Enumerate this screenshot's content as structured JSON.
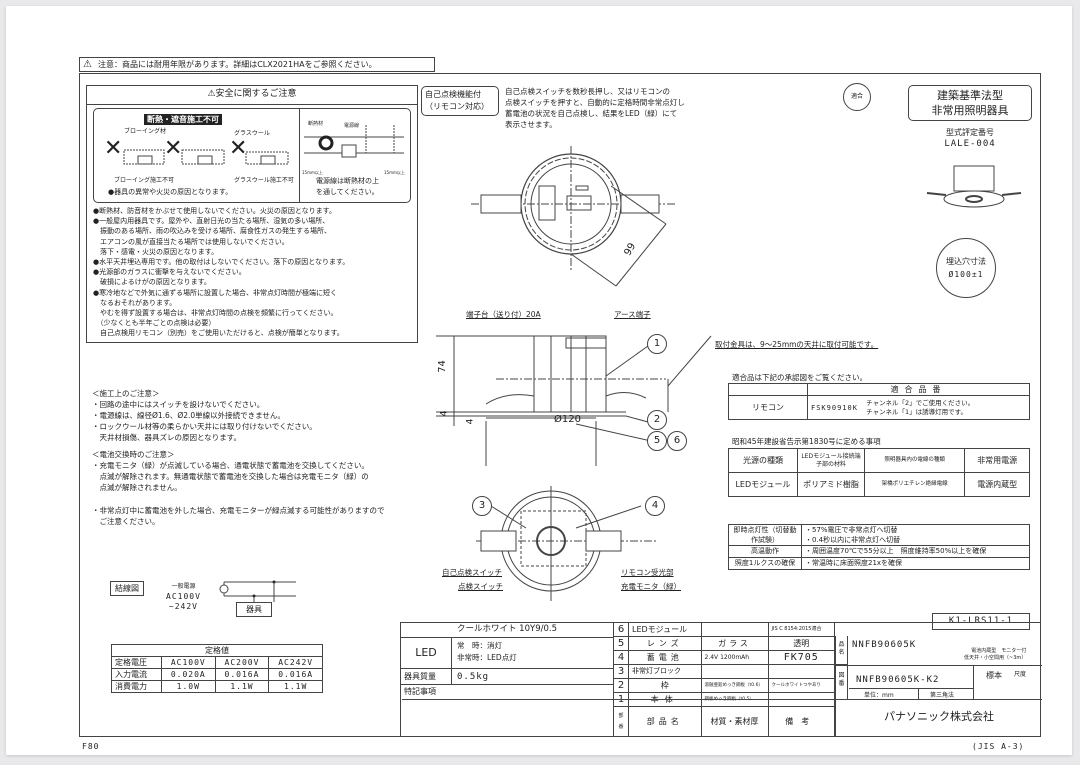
{
  "top_notice": "注意：商品には耐用年限があります。詳細はCLX2021HAをご参照ください。",
  "safety": {
    "title": "安全に関するご注意",
    "warning_title": "断熱・遮音施工不可",
    "blowing_label": "ブローイング材",
    "glasswool_label": "グラスウール",
    "blowing_caption": "ブローイング施工不可",
    "glasswool_caption": "グラスウール施工不可",
    "cause_note": "●器具の異常や火災の原因となります。",
    "insulation_label": "断熱材",
    "cable_label": "電源線",
    "dim_label": "15mm以上",
    "cable_note": [
      "電源線は断熱材の上",
      "を通してください。"
    ],
    "bullets": [
      "●断熱材、防音材をかぶせて使用しないでください。火災の原因となります。",
      "●一般屋内用器具です。屋外や、直射日光の当たる場所、湿気の多い場所、",
      "　振動のある場所、雨の吹込みを受ける場所、腐食性ガスの発生する場所、",
      "　エアコンの風が直接当たる場所では使用しないでください。",
      "　落下・感電・火災の原因となります。",
      "●水平天井埋込専用です。他の取付はしないでください。落下の原因となります。",
      "●光源部のガラスに衝撃を与えないでください。",
      "　破損によるけがの原因となります。",
      "●寒冷地などで外気に通ずる場所に設置した場合、非常点灯時間が極端に短く",
      "　なるおそれがあります。",
      "　やむを得ず設置する場合は、非常点灯時間の点検を頻繁に行ってください。",
      "　（少なくとも半年ごとの点検は必要）",
      "　自己点検用リモコン（別売）をご使用いただけると、点検が簡単となります。"
    ]
  },
  "construction_notes": {
    "title": "＜施工上のご注意＞",
    "items": [
      "・回路の途中にはスイッチを設けないでください。",
      "・電源線は、線径Ø1.6、Ø2.0単線以外接続できません。",
      "・ロックウール材等の柔らかい天井には取り付けないでください。",
      "　天井材損傷、器具ズレの原因となります。"
    ]
  },
  "battery_notes": {
    "title": "＜電池交換時のご注意＞",
    "items": [
      "・充電モニタ（緑）が点滅している場合、通電状態で蓄電池を交換してください。",
      "　点滅が解除されます。無通電状態で蓄電池を交換した場合は充電モニタ（緑）の",
      "　点滅が解除されません。"
    ],
    "extra": [
      "・非常点灯中に蓄電池を外した場合、充電モニターが緑点滅する可能性がありますので",
      "　ご注意ください。"
    ]
  },
  "self_check": {
    "badge": [
      "自己点検機能付",
      "（リモコン対応）"
    ],
    "desc": [
      "自己点検スイッチを数秒長押し、又はリモコンの",
      "点検スイッチを押すと、自動的に定格時間非常点灯し",
      "蓄電池の状況を自己点検し、結果をLED（緑）にて",
      "表示させます。"
    ]
  },
  "drawing": {
    "dim_99": "99",
    "terminal_label": "端子台（送り付）20A",
    "earth_label": "アース端子",
    "dim_74": "74",
    "dim_4a": "4",
    "dim_4b": "4",
    "dim_120": "Ø120",
    "mount_note": "取付金具は、9～25mmの天井に取付可能です。",
    "callouts": [
      "1",
      "2",
      "3",
      "4",
      "5",
      "6"
    ],
    "self_check_switch": "自己点検スイッチ",
    "check_switch": "点検スイッチ",
    "remote_receiver": "リモコン受光部",
    "charge_monitor": "充電モニタ（緑）"
  },
  "certification": {
    "mark_text": "適合",
    "title": [
      "建築基準法型",
      "非常用照明器具"
    ],
    "type_label": "型式評定番号",
    "type_no": "LALE-004",
    "cutout_label": "埋込穴寸法",
    "cutout_value": "Ø100±1"
  },
  "compatible": {
    "note": "適合品は下記の承認図をご覧ください。",
    "header": "適合品番",
    "row": {
      "name": "リモコン",
      "model": "FSK90910K",
      "remark": [
        "チャンネル「2」でご使用ください。",
        "チャンネル「1」は誘導灯用です。"
      ]
    }
  },
  "regulation": {
    "title": "昭和45年建設省告示第1830号に定める事項",
    "headers": [
      "光源の種類",
      "LEDモジュール接続端子部の材料",
      "照明器具内の電線の種類",
      "非常用電源"
    ],
    "values": [
      "LEDモジュール",
      "ポリアミド樹脂",
      "架橋ポリエチレン絶縁電線",
      "電源内蔵型"
    ]
  },
  "performance": [
    {
      "label": "即時点灯性（切替動作試験）",
      "values": [
        "・57%電圧で非常点灯へ切替",
        "・0.4秒以内に非常点灯へ切替"
      ]
    },
    {
      "label": "高温動作",
      "values": [
        "・周囲温度70℃で55分以上　照度維持率50%以上を確保"
      ]
    },
    {
      "label": "照度1ルクスの確保",
      "values": [
        "・常温時に床面照度21xを確保"
      ]
    }
  ],
  "wiring": {
    "label": "結線図",
    "supply": [
      "一般電源",
      "AC100V",
      "~242V"
    ],
    "fixture": "器具"
  },
  "ratings": {
    "title": "定格値",
    "rows": [
      [
        "定格電圧",
        "AC100V",
        "AC200V",
        "AC242V"
      ],
      [
        "入力電流",
        "0.020A",
        "0.016A",
        "0.016A"
      ],
      [
        "消費電力",
        "1.0W",
        "1.1W",
        "1.1W"
      ]
    ]
  },
  "parts": {
    "color": "クールホワイト 10Y9/0.5",
    "led_label": "LED",
    "led_normal": "常　時：消灯",
    "led_emergency": "非常時：LED点灯",
    "weight_label": "器具質量",
    "weight": "0.5kg",
    "special_label": "特記事項",
    "rows": [
      {
        "no": "6",
        "name": "LEDモジュール",
        "material": "",
        "note": "JIS C 8154:2015適合"
      },
      {
        "no": "5",
        "name": "レンズ",
        "material": "ガラス",
        "note": "透明"
      },
      {
        "no": "4",
        "name": "蓄電池",
        "material": "2.4V 1200mAh",
        "note": "FK705"
      },
      {
        "no": "3",
        "name": "非常灯ブロック",
        "material": "",
        "note": ""
      },
      {
        "no": "2",
        "name": "枠",
        "material": "溶融亜鉛めっき鋼板（t0.6）",
        "note": "クールホワイトつやあり"
      },
      {
        "no": "1",
        "name": "本体",
        "material": "鋼板めっき鋼板（t0.5）",
        "note": ""
      }
    ],
    "header": {
      "no": "部番",
      "name": "部品名",
      "material": "材質・素材厚",
      "note": "備考"
    }
  },
  "title_block": {
    "code": "K1-LRS11-1",
    "name_label": "品名",
    "product": "NNFB90605K",
    "product_desc": [
      "電池内蔵型　モニター付",
      "低天井・小空間用（~3m）"
    ],
    "drawing_label": "図番",
    "drawing_no": "NNFB90605K-K2",
    "scale_label": "尺度",
    "unit": "単位：mm",
    "projection": "第三角法",
    "sample_label": "標本",
    "company": "パナソニック株式会社"
  },
  "footer": {
    "left": "F80",
    "right": "(JIS A-3)"
  }
}
